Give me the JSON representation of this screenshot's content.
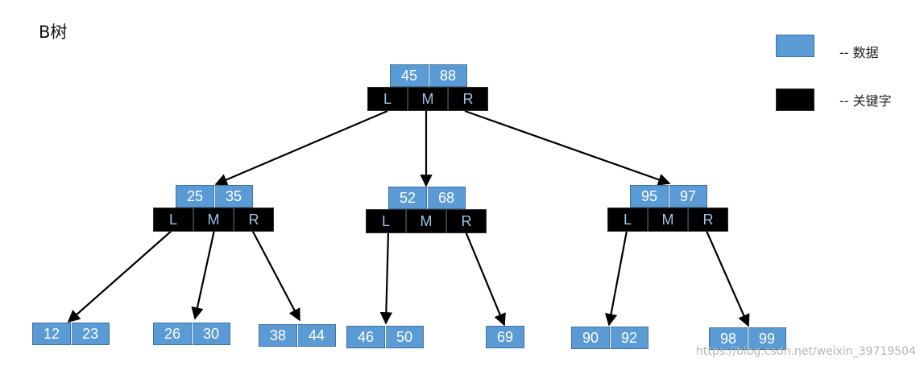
{
  "title": "B树",
  "legend": [
    {
      "label": "-- 数据",
      "color": "#5b9bd5"
    },
    {
      "label": "--  关键字",
      "color": "#000000"
    }
  ],
  "key_labels": [
    "L",
    "M",
    "R"
  ],
  "nodes": {
    "root": [
      "45",
      "88"
    ],
    "n1": [
      "25",
      "35"
    ],
    "n2": [
      "52",
      "68"
    ],
    "n3": [
      "95",
      "97"
    ],
    "leaf_a": [
      "12",
      "23"
    ],
    "leaf_b": [
      "26",
      "30"
    ],
    "leaf_c": [
      "38",
      "44"
    ],
    "leaf_d": [
      "46",
      "50"
    ],
    "leaf_e": [
      "69"
    ],
    "leaf_f": [
      "90",
      "92"
    ],
    "leaf_g": [
      "98",
      "99"
    ]
  },
  "watermark": "https://blog.csdn.net/weixin_39719504"
}
